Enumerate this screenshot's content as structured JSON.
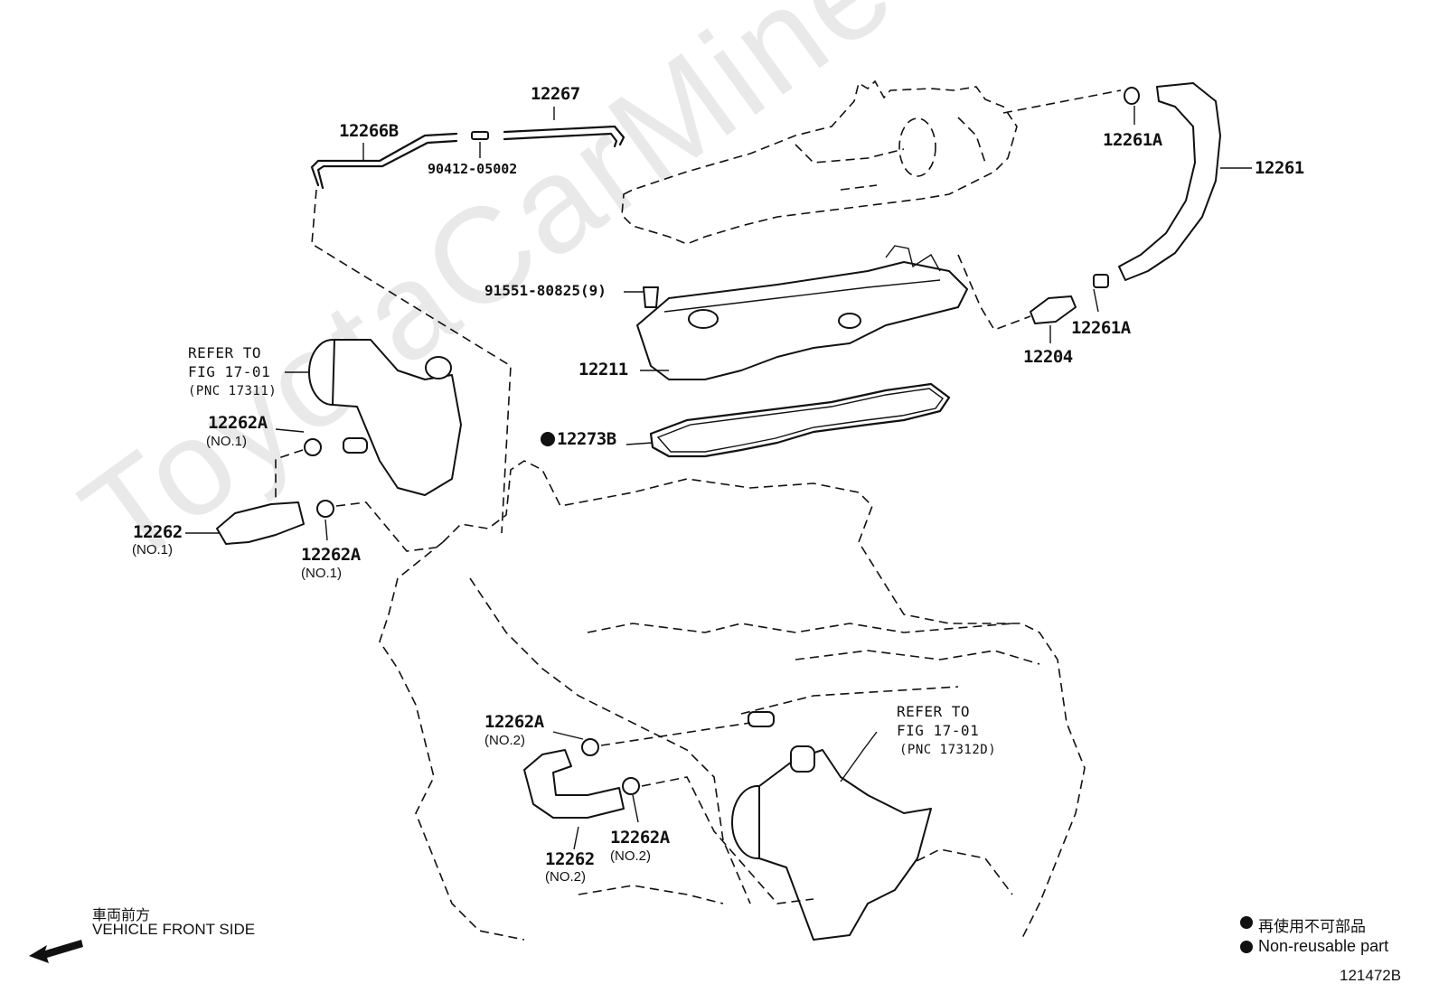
{
  "watermark": "ToyotaCarMine.ru",
  "parts": {
    "p12267": "12267",
    "p12266B": "12266B",
    "p90412": "90412-05002",
    "p12261A_top": "12261A",
    "p12261": "12261",
    "p91551": "91551-80825(9)",
    "p12261A_mid": "12261A",
    "p12204": "12204",
    "p12211": "12211",
    "p12273B": "12273B",
    "p12262A_1a": "12262A",
    "p12262A_1a_sub": "(NO.1)",
    "p12262_1": "12262",
    "p12262_1_sub": "(NO.1)",
    "p12262A_1b": "12262A",
    "p12262A_1b_sub": "(NO.1)",
    "p12262A_2a": "12262A",
    "p12262A_2a_sub": "(NO.2)",
    "p12262_2": "12262",
    "p12262_2_sub": "(NO.2)",
    "p12262A_2b": "12262A",
    "p12262A_2b_sub": "(NO.2)"
  },
  "refs": {
    "ref1_line1": "REFER TO",
    "ref1_line2": "FIG 17-01",
    "ref1_line3": "(PNC 17311)",
    "ref2_line1": "REFER TO",
    "ref2_line2": "FIG 17-01",
    "ref2_line3": "(PNC 17312D)"
  },
  "legend": {
    "front_jp": "車両前方",
    "front_en": "VEHICLE FRONT SIDE",
    "nonreuse_jp": "再使用不可部品",
    "nonreuse_en": "Non-reusable part"
  },
  "figure_id": "121472B"
}
